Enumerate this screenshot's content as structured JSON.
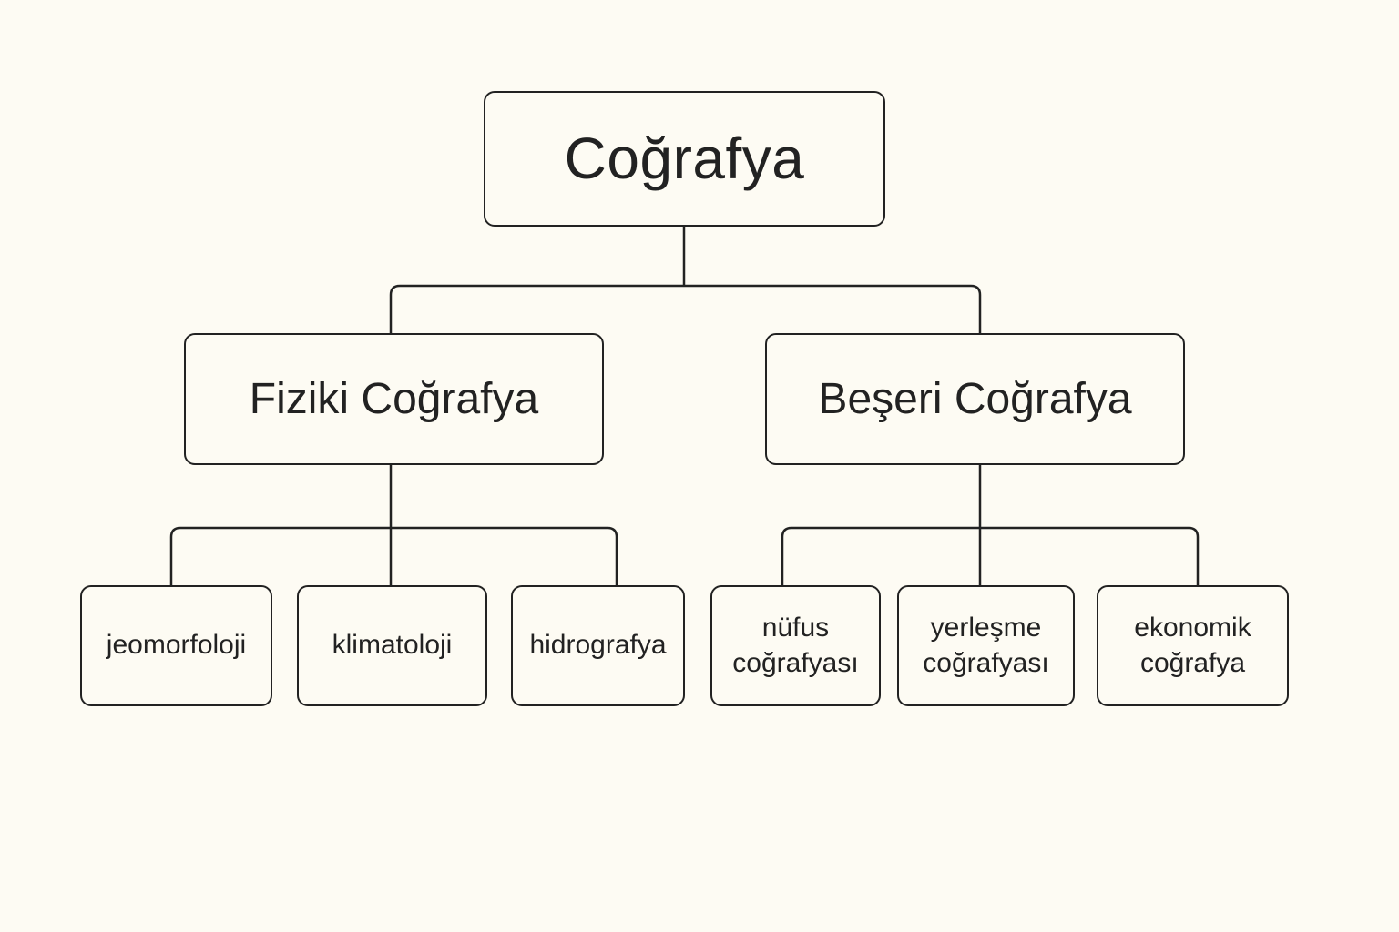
{
  "diagram": {
    "root": {
      "label": "Coğrafya"
    },
    "branches": [
      {
        "label": "Fiziki Coğrafya",
        "children": [
          {
            "label": "jeomorfoloji"
          },
          {
            "label": "klimatoloji"
          },
          {
            "label": "hidrografya"
          }
        ]
      },
      {
        "label": "Beşeri Coğrafya",
        "children": [
          {
            "label": "nüfus\ncoğrafyası"
          },
          {
            "label": "yerleşme\ncoğrafyası"
          },
          {
            "label": "ekonomik\ncoğrafya"
          }
        ]
      }
    ]
  },
  "colors": {
    "background": "#fdfbf3",
    "stroke": "#222222",
    "text": "#222222"
  }
}
